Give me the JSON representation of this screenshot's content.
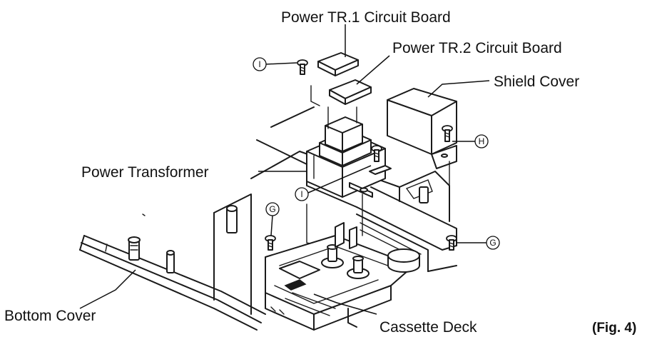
{
  "labels": {
    "power_tr1_board": "Power TR.1 Circuit Board",
    "power_tr2_board": "Power TR.2 Circuit Board",
    "shield_cover": "Shield Cover",
    "power_transformer": "Power Transformer",
    "bottom_cover": "Bottom Cover",
    "cassette_deck": "Cassette Deck",
    "figure_ref": "(Fig. 4)"
  },
  "screw_marks": {
    "i": "I",
    "h": "H",
    "g": "G"
  }
}
